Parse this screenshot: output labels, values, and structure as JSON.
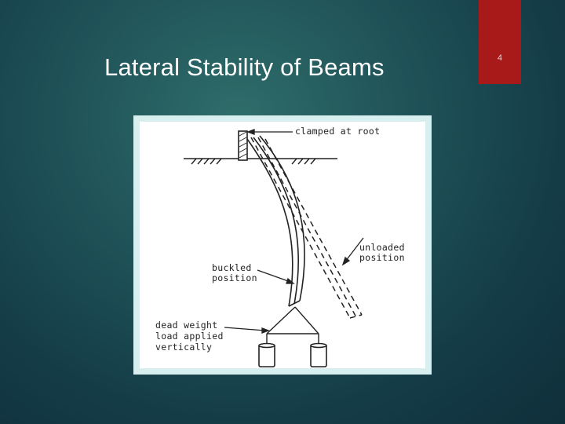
{
  "slide": {
    "title": "Lateral Stability of  Beams",
    "page_number": "4"
  },
  "colors": {
    "background": "#1f5258",
    "accent_tab": "#a81a1a",
    "frame": "#d7efef"
  },
  "figure": {
    "labels": {
      "clamped": "clamped  at root",
      "unloaded_1": "unloaded",
      "unloaded_2": "position",
      "buckled_1": "buckled",
      "buckled_2": "position",
      "dead_1": "dead weight",
      "dead_2": "load applied",
      "dead_3": "vertically"
    }
  }
}
